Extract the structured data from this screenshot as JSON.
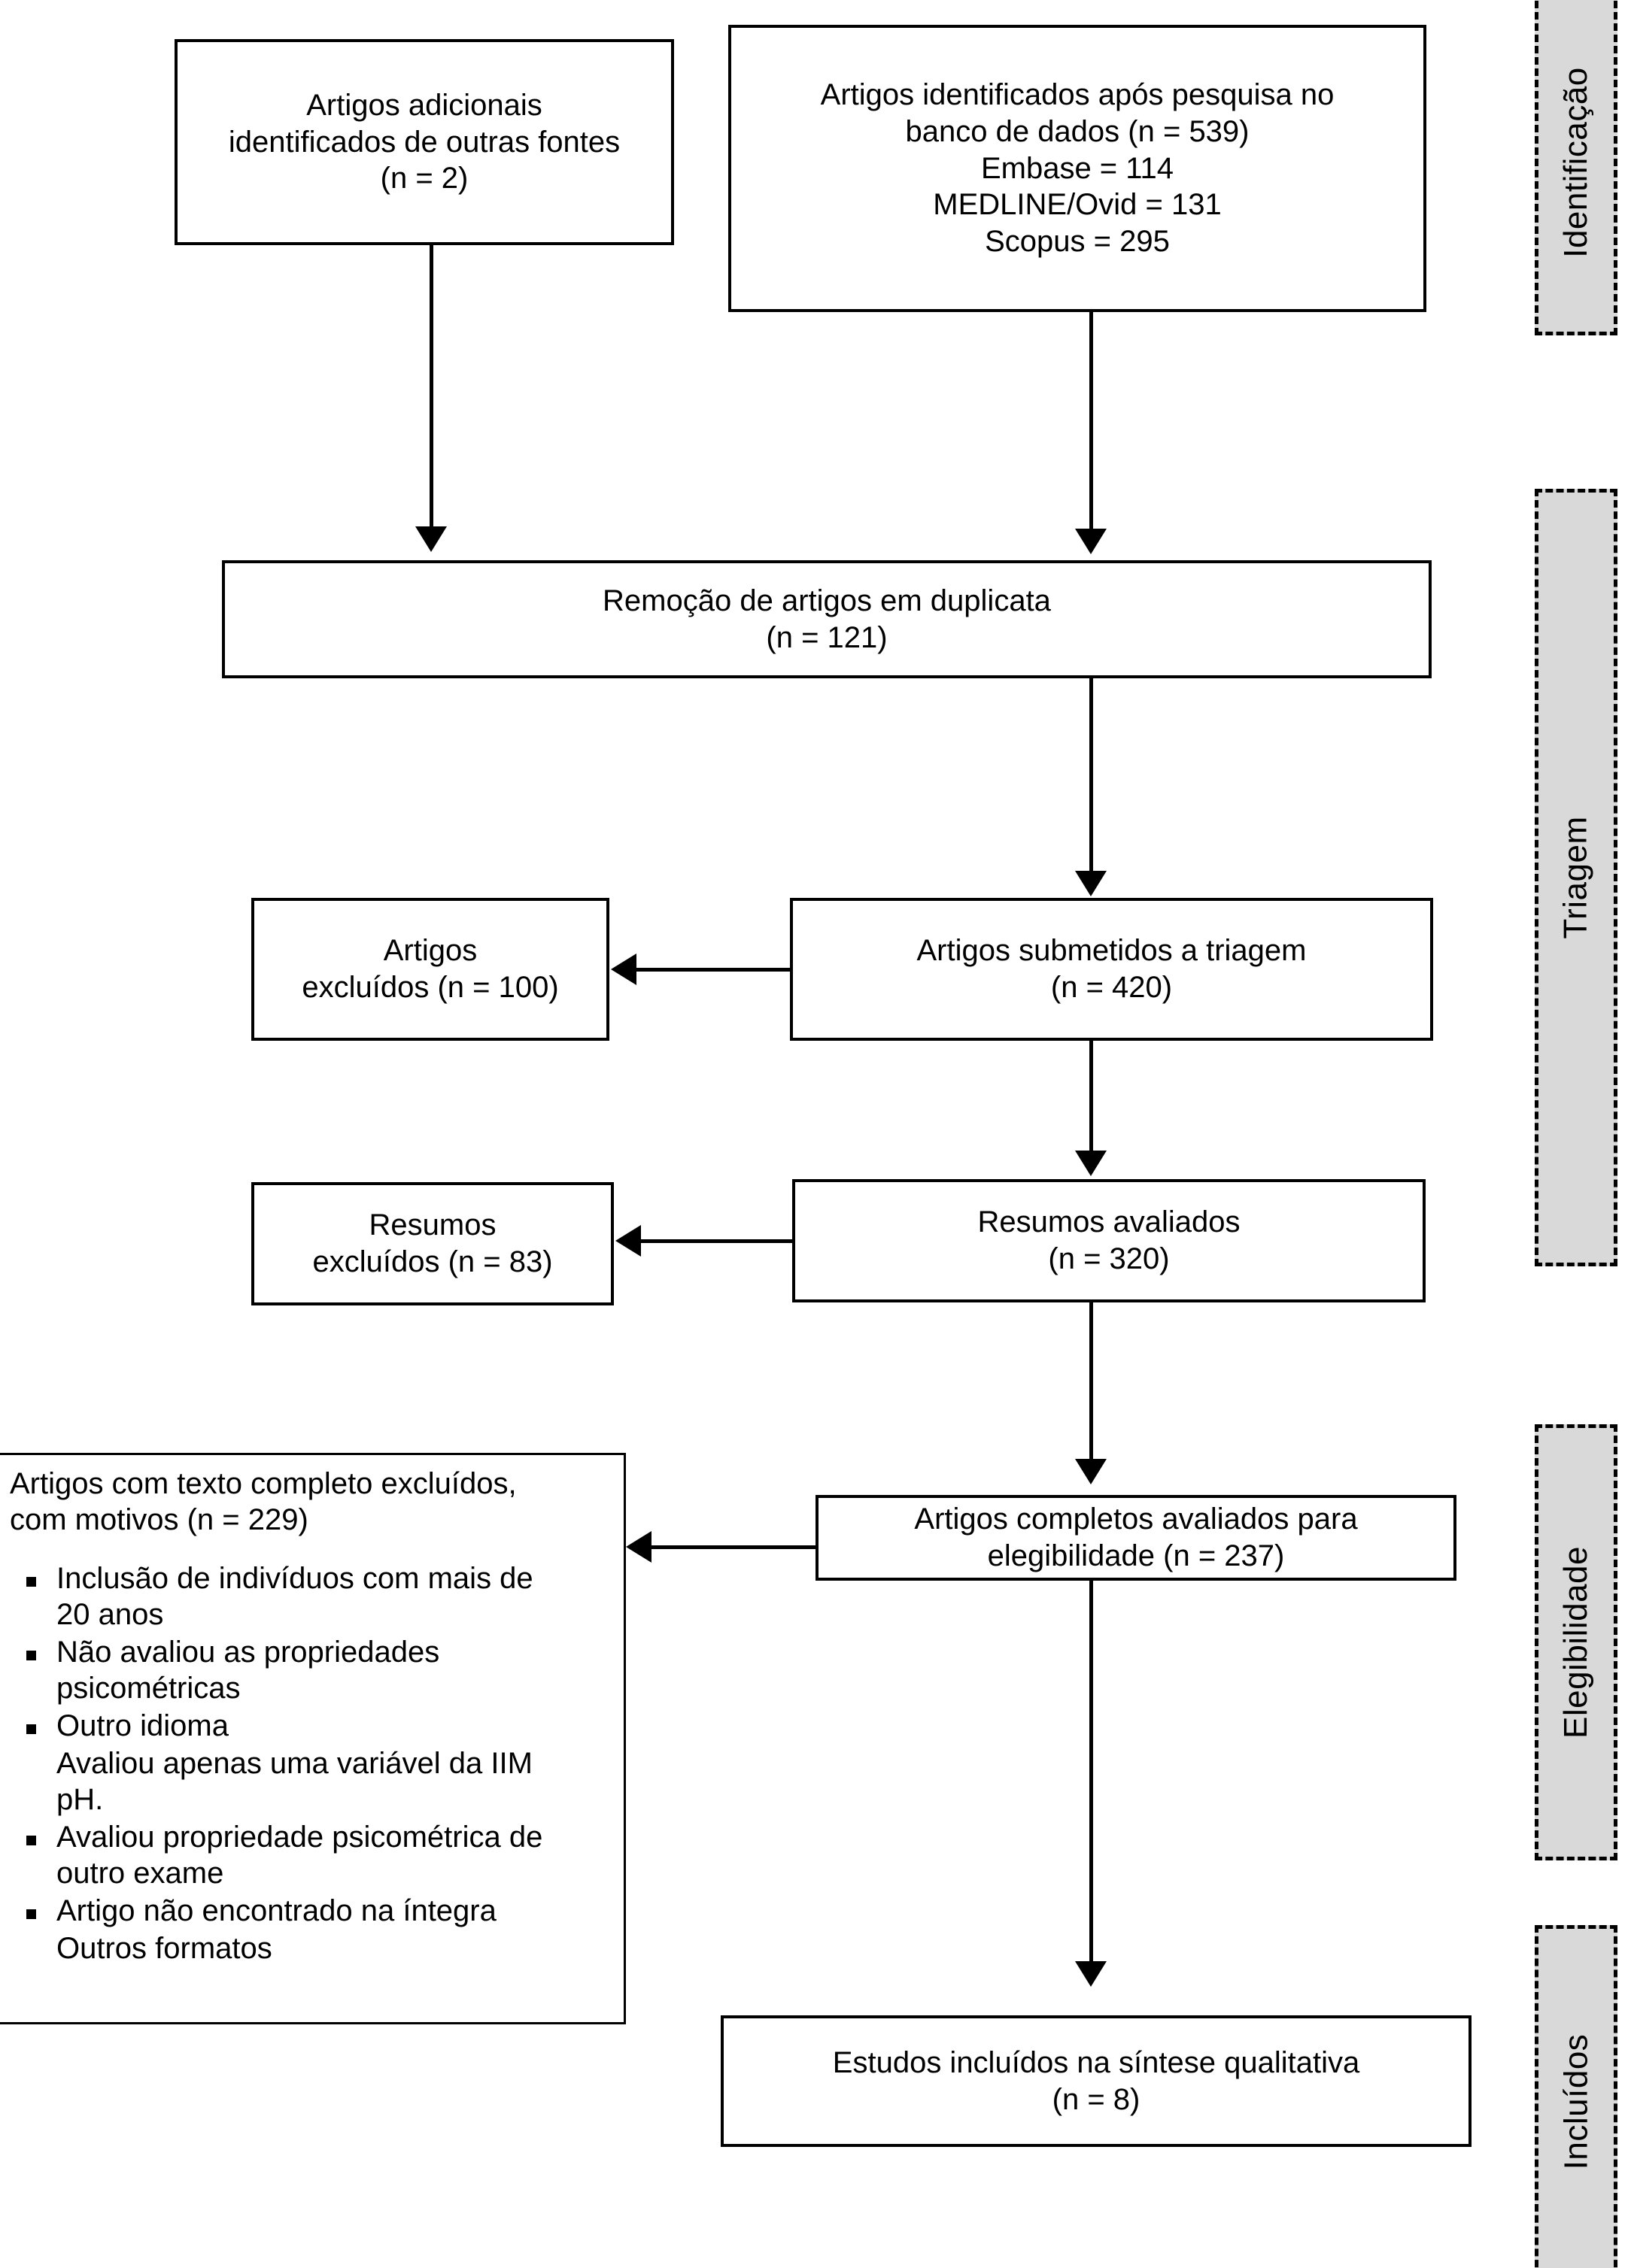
{
  "diagram": {
    "title": "PRISMA flow diagram",
    "colors": {
      "stroke": "#000000",
      "box_fill": "#ffffff",
      "phase_fill": "#d9d9d9",
      "background": "#ffffff"
    }
  },
  "boxes": {
    "additional_sources": "Artigos adicionais\nidentificados de outras fontes\n(n = 2)",
    "database_search": "Artigos identificados após pesquisa no\nbanco de dados (n = 539)\nEmbase = 114\nMEDLINE/Ovid = 131\nScopus = 295",
    "duplicates_removed": "Remoção de artigos em duplicata\n(n = 121)",
    "screened": "Artigos submetidos a triagem\n(n = 420)",
    "articles_excluded": "Artigos\nexcluídos (n = 100)",
    "abstracts_assessed": "Resumos avaliados\n(n = 320)",
    "abstracts_excluded": "Resumos\nexcluídos (n =  83)",
    "fulltext_assessed": "Artigos completos avaliados para\nelegibilidade (n = 237)",
    "included_qualitative": "Estudos incluídos na síntese qualitativa\n(n = 8)"
  },
  "exclusion_reasons": {
    "heading": "Artigos com texto completo excluídos,\ncom motivos (n = 229)",
    "items": [
      {
        "text": "Inclusão de indivíduos com mais de\n20 anos",
        "bullet": true
      },
      {
        "text": "Não avaliou as propriedades\npsicométricas",
        "bullet": true
      },
      {
        "text": "Outro idioma",
        "bullet": true
      },
      {
        "text": "Avaliou apenas uma variável da IIM\npH.",
        "bullet": false
      },
      {
        "text": "Avaliou propriedade psicométrica de\noutro exame",
        "bullet": true
      },
      {
        "text": "Artigo não encontrado na íntegra",
        "bullet": true
      },
      {
        "text": "Outros formatos",
        "bullet": false
      }
    ]
  },
  "phases": [
    {
      "label": "Identificação"
    },
    {
      "label": "Triagem"
    },
    {
      "label": "Elegibilidade"
    },
    {
      "label": "Incluídos"
    }
  ]
}
